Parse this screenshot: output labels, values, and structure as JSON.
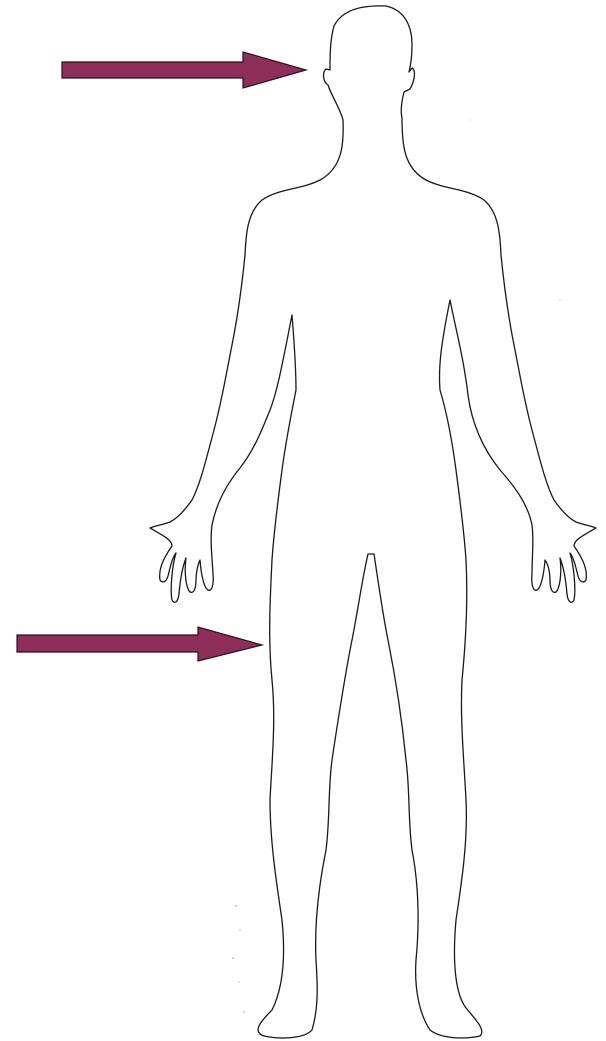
{
  "colors": {
    "arrow_fill": "#8E2F5A",
    "arrow_stroke": "#2a1020",
    "outline": "#1a1a1a",
    "background": "#ffffff"
  },
  "figure": {
    "kind": "human-body-outline",
    "view": "front",
    "arrows": [
      {
        "id": "upper",
        "points_to": "head-side"
      },
      {
        "id": "lower",
        "points_to": "right-thigh-outer-side"
      }
    ]
  }
}
